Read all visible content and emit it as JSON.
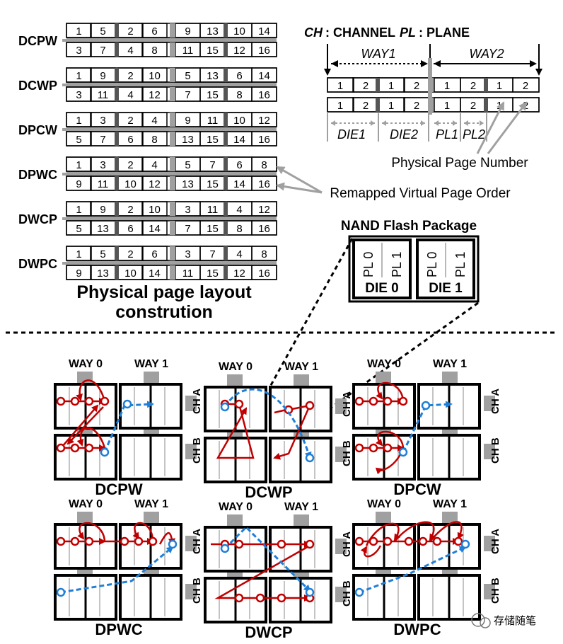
{
  "legend": {
    "ch_abbr": "CH",
    "ch_full": ": CHANNEL",
    "pl_abbr": "PL",
    "pl_full": ": PLANE",
    "way1": "WAY1",
    "way2": "WAY2",
    "die1": "DIE1",
    "die2": "DIE2",
    "pl1": "PL1",
    "pl2": "PL2",
    "physical_page_number": "Physical Page Number",
    "remapped_order": "Remapped Virtual Page Order",
    "page_rows": [
      [
        "1",
        "2",
        "1",
        "2",
        "1",
        "2",
        "1",
        "2"
      ],
      [
        "1",
        "2",
        "1",
        "2",
        "1",
        "2",
        "1",
        "2"
      ]
    ]
  },
  "layouts": [
    {
      "name": "DCPW",
      "row1": [
        "1",
        "5",
        "2",
        "6",
        "9",
        "13",
        "10",
        "14"
      ],
      "row2": [
        "3",
        "7",
        "4",
        "8",
        "11",
        "15",
        "12",
        "16"
      ]
    },
    {
      "name": "DCWP",
      "row1": [
        "1",
        "9",
        "2",
        "10",
        "5",
        "13",
        "6",
        "14"
      ],
      "row2": [
        "3",
        "11",
        "4",
        "12",
        "7",
        "15",
        "8",
        "16"
      ]
    },
    {
      "name": "DPCW",
      "row1": [
        "1",
        "3",
        "2",
        "4",
        "9",
        "11",
        "10",
        "12"
      ],
      "row2": [
        "5",
        "7",
        "6",
        "8",
        "13",
        "15",
        "14",
        "16"
      ]
    },
    {
      "name": "DPWC",
      "row1": [
        "1",
        "3",
        "2",
        "4",
        "5",
        "7",
        "6",
        "8"
      ],
      "row2": [
        "9",
        "11",
        "10",
        "12",
        "13",
        "15",
        "14",
        "16"
      ]
    },
    {
      "name": "DWCP",
      "row1": [
        "1",
        "9",
        "2",
        "10",
        "3",
        "11",
        "4",
        "12"
      ],
      "row2": [
        "5",
        "13",
        "6",
        "14",
        "7",
        "15",
        "8",
        "16"
      ]
    },
    {
      "name": "DWPC",
      "row1": [
        "1",
        "5",
        "2",
        "6",
        "3",
        "7",
        "4",
        "8"
      ],
      "row2": [
        "9",
        "13",
        "10",
        "14",
        "11",
        "15",
        "12",
        "16"
      ]
    }
  ],
  "layout_caption_1": "Physical page layout",
  "layout_caption_2": "constrution",
  "nand": {
    "title": "NAND Flash Package",
    "pl0": "PL 0",
    "pl1": "PL 1",
    "die0": "DIE 0",
    "die1": "DIE 1"
  },
  "bottom": {
    "way0": "WAY 0",
    "way1": "WAY 1",
    "cha": "CH A",
    "chb": "CH B",
    "diagrams": [
      "DCPW",
      "DCWP",
      "DPCW",
      "DPWC",
      "DWCP",
      "DWPC"
    ]
  },
  "watermark": "存储随笔",
  "colors": {
    "red": "#c00000",
    "blue": "#1f7ed6",
    "gray": "#a0a0a0",
    "black": "#000000"
  }
}
